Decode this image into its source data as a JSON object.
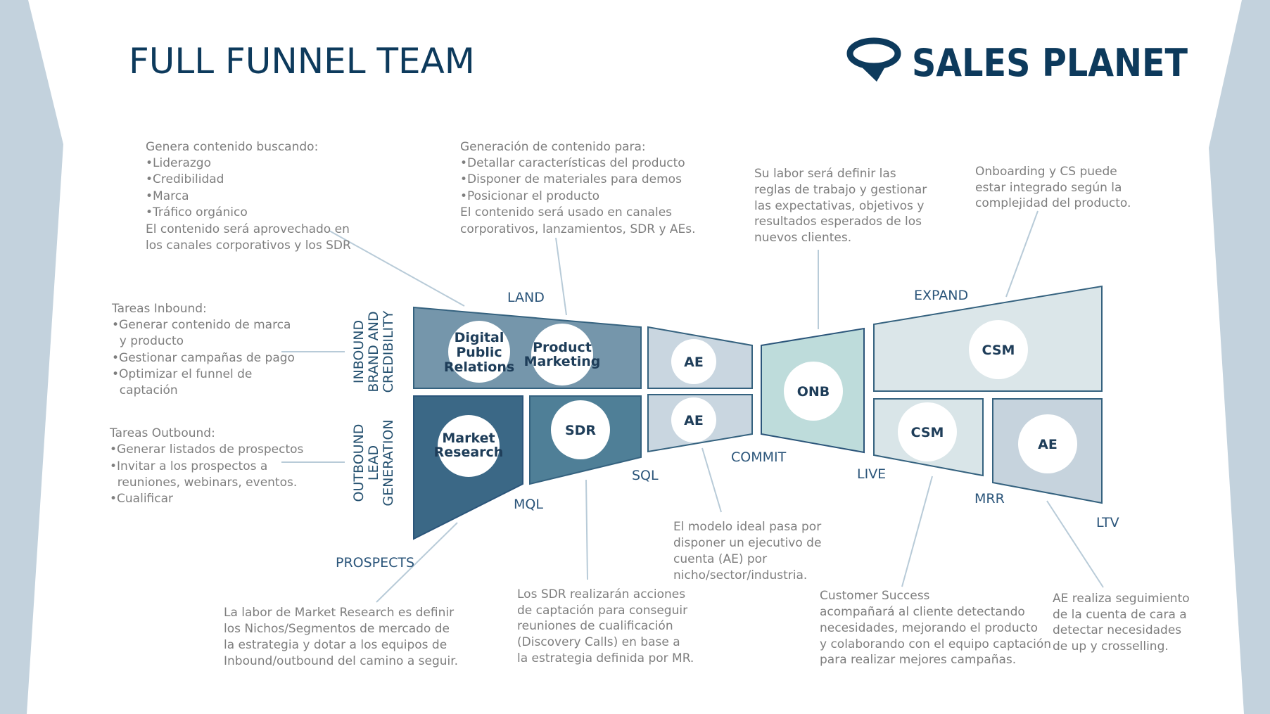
{
  "header": {
    "title": "FULL FUNNEL TEAM",
    "brand": "SALES PLANET",
    "brand_icon": "planet-swirl-icon"
  },
  "colors": {
    "title": "#0d3a5c",
    "side_panel": "#c3d2dd",
    "text_grey": "#7e7e7e",
    "stage_label": "#2b557a",
    "connector": "#b8cbd8",
    "land_fill": "#7596ab",
    "ae_light_fill": "#c9d6e0",
    "market_fill": "#3b6886",
    "sdr_fill": "#4f7f97",
    "onb_fill": "#bedcdb",
    "expand_fill": "#dbe6e9",
    "csm_live_fill": "#d9e5e8",
    "ae_ltv_fill": "#c6d3dd"
  },
  "row_labels": {
    "inbound": [
      "INBOUND",
      "BRAND AND",
      "CREDIBILITY"
    ],
    "outbound": [
      "OUTBOUND",
      "LEAD",
      "GENERATION"
    ]
  },
  "stages": {
    "land": "LAND",
    "prospects": "PROSPECTS",
    "mql": "MQL",
    "sql": "SQL",
    "commit": "COMMIT",
    "live": "LIVE",
    "expand": "EXPAND",
    "mrr": "MRR",
    "ltv": "LTV"
  },
  "roles": {
    "digital_pr": [
      "Digital",
      "Public",
      "Relations"
    ],
    "product_marketing": [
      "Product",
      "Marketing"
    ],
    "ae_land": "AE",
    "market_research": [
      "Market",
      "Research"
    ],
    "sdr": "SDR",
    "ae_sql": "AE",
    "onb": "ONB",
    "csm_expand": "CSM",
    "csm_live": "CSM",
    "ae_ltv": "AE"
  },
  "notes": {
    "digital_pr": [
      "Genera contenido buscando:",
      "•Liderazgo",
      "•Credibilidad",
      "•Marca",
      "•Tráfico orgánico",
      "El contenido será aprovechado en",
      "los canales corporativos y los SDR"
    ],
    "product_marketing": [
      "Generación de contenido para:",
      "•Detallar características del producto",
      "•Disponer de materiales para demos",
      "•Posicionar el producto",
      "El contenido será usado en canales",
      "corporativos, lanzamientos, SDR y AEs."
    ],
    "onb": [
      "Su labor será definir las",
      "reglas de trabajo y gestionar",
      "las expectativas, objetivos y",
      "resultados esperados de los",
      "nuevos clientes."
    ],
    "csm_expand": [
      "Onboarding y CS puede",
      "estar integrado según la",
      "complejidad del producto."
    ],
    "inbound_tasks": [
      "Tareas Inbound:",
      "•Generar contenido de marca",
      "  y producto",
      "•Gestionar campañas de pago",
      "•Optimizar el funnel de",
      "  captación"
    ],
    "outbound_tasks": [
      "Tareas Outbound:",
      "•Generar listados de prospectos",
      "•Invitar a los prospectos a",
      "  reuniones, webinars, eventos.",
      "•Cualificar"
    ],
    "market_research": [
      "La labor de Market Research es definir",
      "los Nichos/Segmentos de mercado de",
      "la estrategia y dotar a los equipos de",
      "Inbound/outbound del camino a seguir."
    ],
    "sdr": [
      "Los SDR realizarán acciones",
      "de captación para conseguir",
      "reuniones de cualificación",
      "(Discovery Calls) en base a",
      "la estrategia definida por MR."
    ],
    "ae": [
      "El modelo ideal pasa por",
      "disponer un ejecutivo de",
      "cuenta (AE) por",
      "nicho/sector/industria."
    ],
    "customer_success": [
      "Customer Success",
      "acompañará al cliente detectando",
      "necesidades, mejorando el producto",
      "y colaborando con el equipo captación",
      "para realizar mejores campañas."
    ],
    "ae_ltv": [
      "AE realiza seguimiento",
      "de la cuenta de cara a",
      "detectar necesidades",
      "de up y crosselling."
    ]
  }
}
